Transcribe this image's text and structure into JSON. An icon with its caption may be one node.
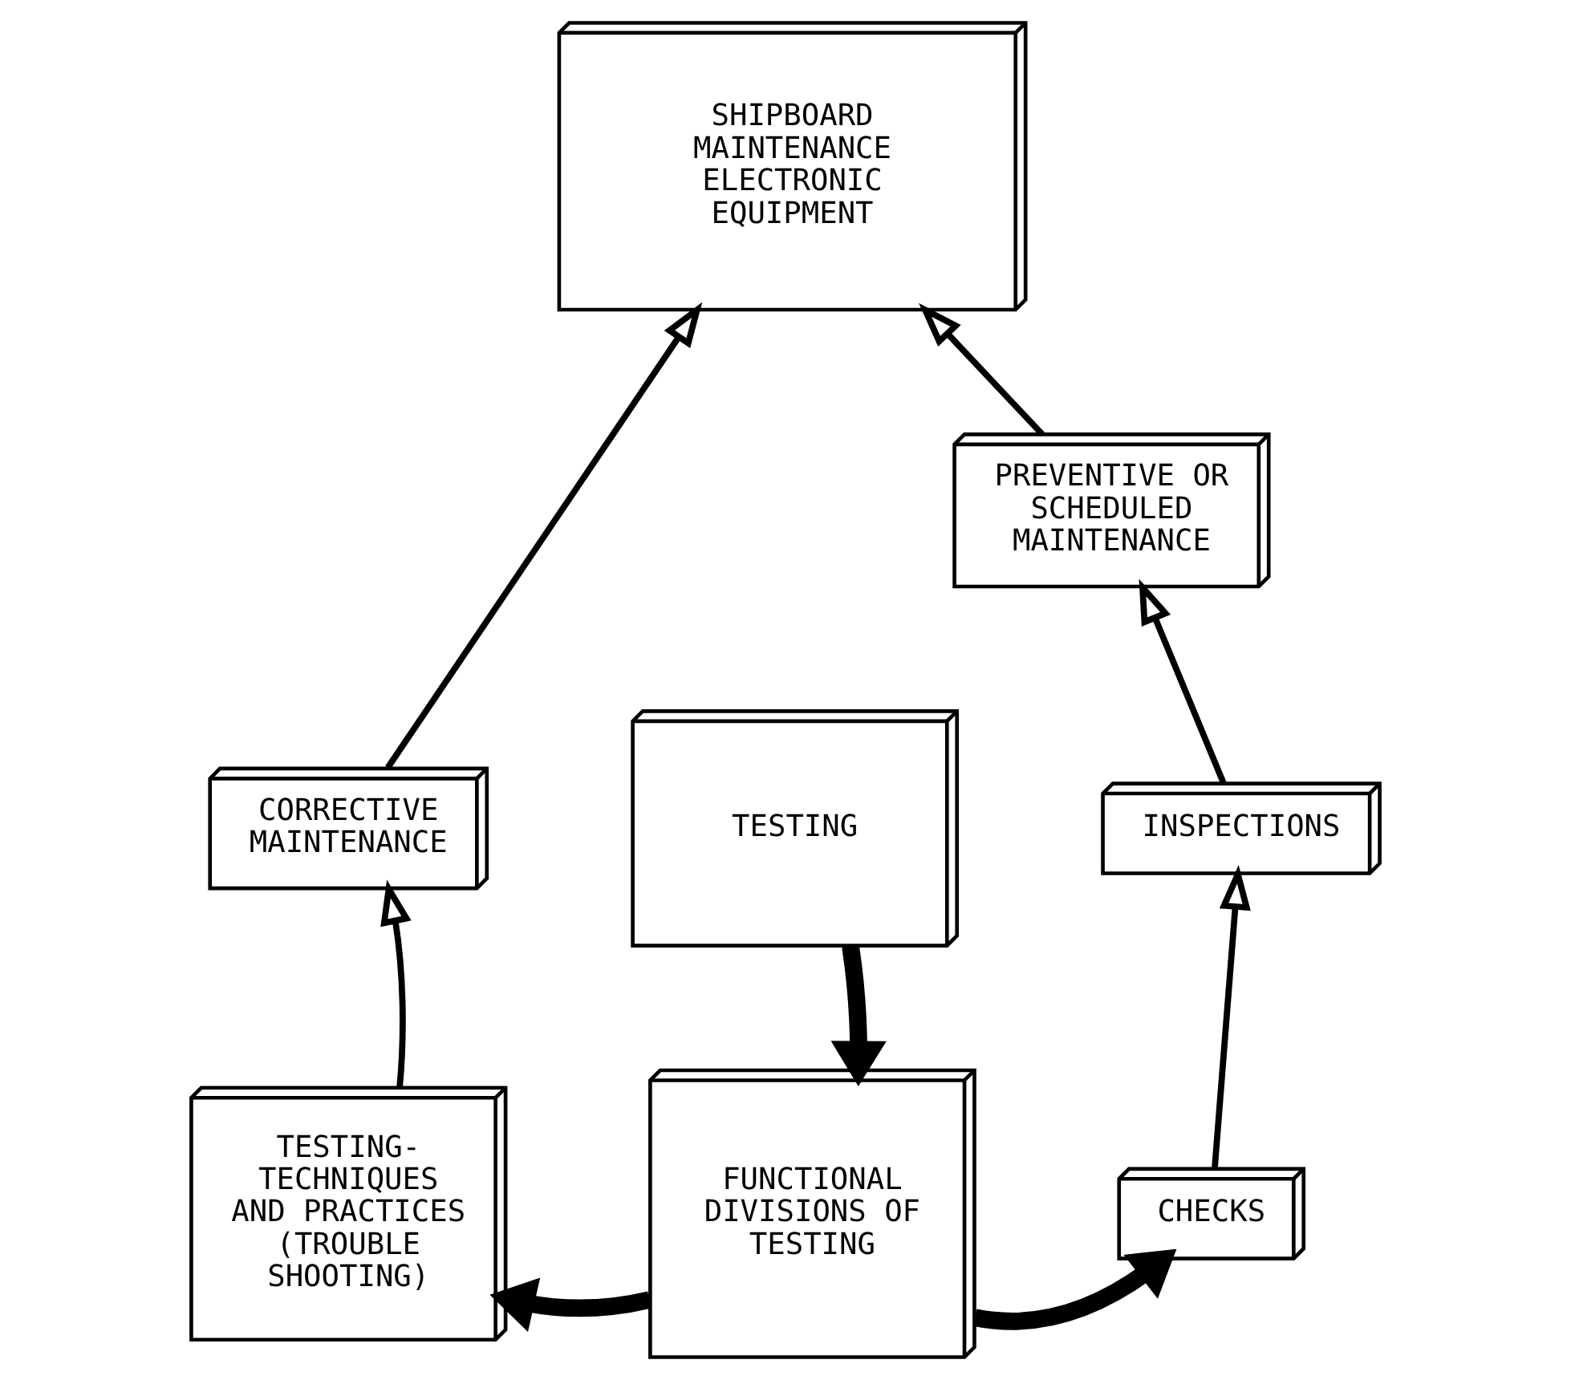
{
  "diagram": {
    "nodes": [
      {
        "text": [
          "SHIPBOARD MAINTENANCE ELECTRONIC EQUIPMENT"
        ]
      },
      {
        "text": [
          "CORRECTIVE MAINTENANCE"
        ]
      },
      {
        "text": [
          "PREVENTIVE OR SCHEDULED MAINTENANCE"
        ]
      },
      {
        "text": [
          "TESTING"
        ]
      },
      {
        "text": [
          "INSPECTIONS"
        ]
      },
      {
        "text": [
          "TESTING- TECHNIQUES AND PRACTICES (TROUBLE SHOOTING)"
        ]
      },
      {
        "text": [
          "FUNCTIONAL DIVISIONS OF TESTING"
        ]
      },
      {
        "text": [
          "CHECKS"
        ]
      }
    ],
    "edges": [
      {
        "from": 1,
        "to": 0,
        "arrow": "to"
      },
      {
        "from": 2,
        "to": 0,
        "arrow": "to"
      },
      {
        "from": 3,
        "to": 6,
        "arrow": "to",
        "style": "thick"
      },
      {
        "from": 6,
        "to": 5,
        "arrow": "to",
        "style": "thick"
      },
      {
        "from": 6,
        "to": 7,
        "arrow": "to",
        "style": "thick"
      },
      {
        "from": 7,
        "to": 4,
        "arrow": "to"
      },
      {
        "from": 4,
        "to": 2,
        "arrow": "to"
      },
      {
        "from": 5,
        "to": 1,
        "arrow": "to"
      }
    ]
  }
}
